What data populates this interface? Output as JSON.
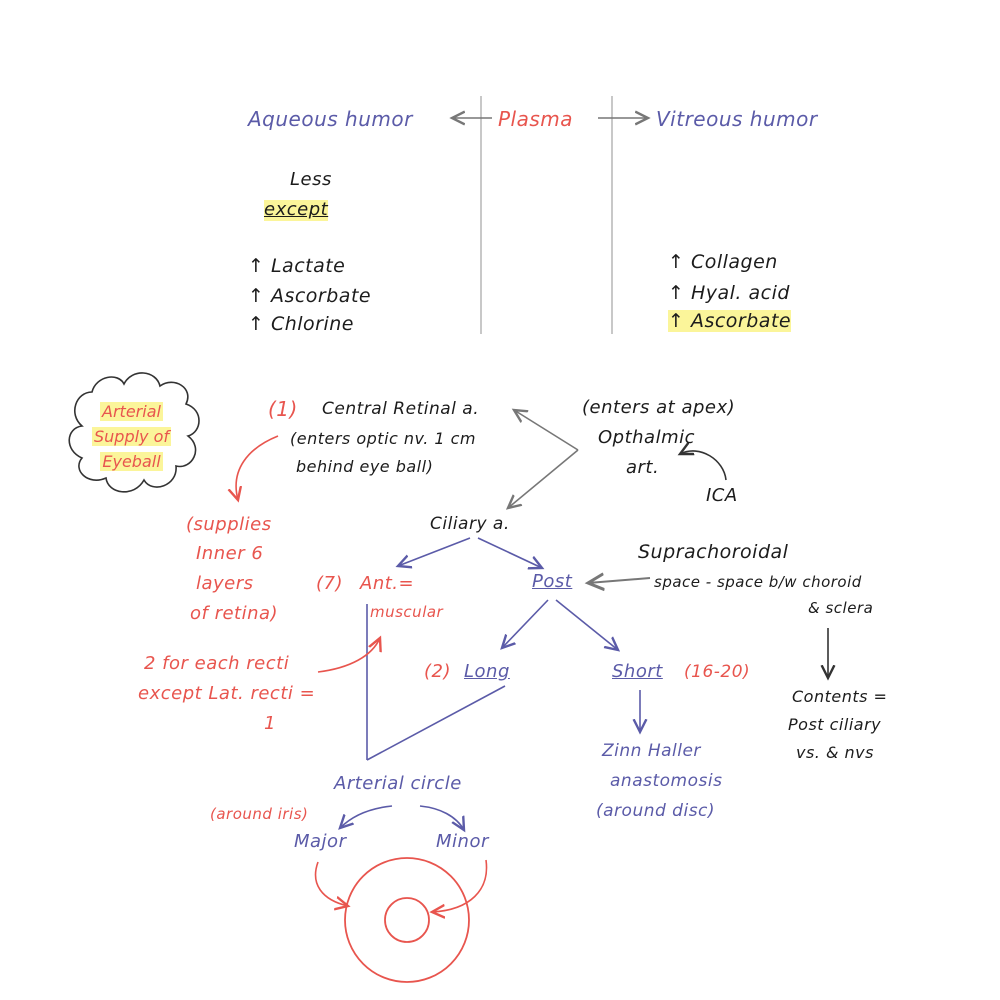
{
  "top": {
    "aqueous": "Aqueous humor",
    "plasma": "Plasma",
    "vitreous": "Vitreous humor",
    "less": "Less",
    "except": "except",
    "aq_items": [
      "↑ Lactate",
      "↑ Ascorbate",
      "↑ Chlorine"
    ],
    "vit_items": [
      "↑ Collagen",
      "↑ Hyal. acid",
      "↑ Ascorbate"
    ]
  },
  "cloud": [
    "Arterial",
    "Supply of",
    "Eyeball"
  ],
  "central": {
    "num": "(1)",
    "label": "Central Retinal a.",
    "note1": "(enters optic nv. 1 cm",
    "note2": "behind eye ball)",
    "supplies": [
      "(supplies",
      "Inner 6",
      "layers",
      "of retina)"
    ]
  },
  "ophthalmic": {
    "line1": "(enters at apex)",
    "line2": "Opthalmic",
    "line3": "art.",
    "ica": "ICA"
  },
  "ciliary": "Ciliary a.",
  "ant": {
    "num": "(7)",
    "label": "Ant.",
    "eq": "=",
    "muscular": "muscular"
  },
  "recti": [
    "2 for each recti",
    "except Lat. recti =",
    "1"
  ],
  "post": "Post",
  "supra": {
    "title": "Suprachoroidal",
    "line2": "space - space b/w choroid",
    "line3": "& sclera"
  },
  "contents": [
    "Contents =",
    "Post ciliary",
    "vs. & nvs"
  ],
  "long": {
    "num": "(2)",
    "label": "Long"
  },
  "short": {
    "label": "Short",
    "count": "(16-20)"
  },
  "zinn": [
    "Zinn Haller",
    "anastomosis",
    "(around disc)"
  ],
  "circle": {
    "label": "Arterial circle",
    "around": "(around iris)",
    "major": "Major",
    "minor": "Minor"
  }
}
